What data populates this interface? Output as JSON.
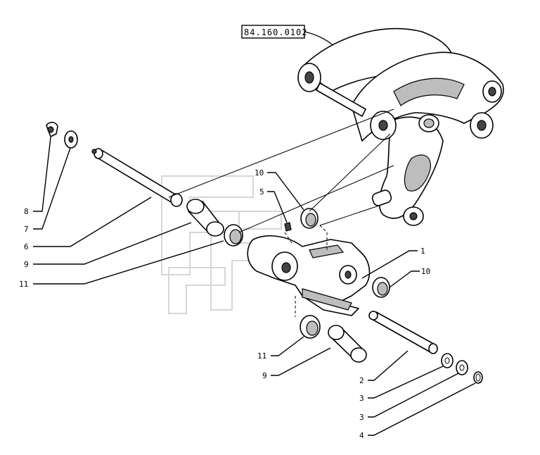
{
  "reference_label": "84.160.0102",
  "callouts": [
    {
      "id": "c8",
      "text": "8"
    },
    {
      "id": "c7",
      "text": "7"
    },
    {
      "id": "c6",
      "text": "6"
    },
    {
      "id": "c9a",
      "text": "9"
    },
    {
      "id": "c11a",
      "text": "11"
    },
    {
      "id": "c10a",
      "text": "10"
    },
    {
      "id": "c5",
      "text": "5"
    },
    {
      "id": "c1",
      "text": "1"
    },
    {
      "id": "c10b",
      "text": "10"
    },
    {
      "id": "c11b",
      "text": "11"
    },
    {
      "id": "c9b",
      "text": "9"
    },
    {
      "id": "c2",
      "text": "2"
    },
    {
      "id": "c3a",
      "text": "3"
    },
    {
      "id": "c3b",
      "text": "3"
    },
    {
      "id": "c4",
      "text": "4"
    }
  ]
}
